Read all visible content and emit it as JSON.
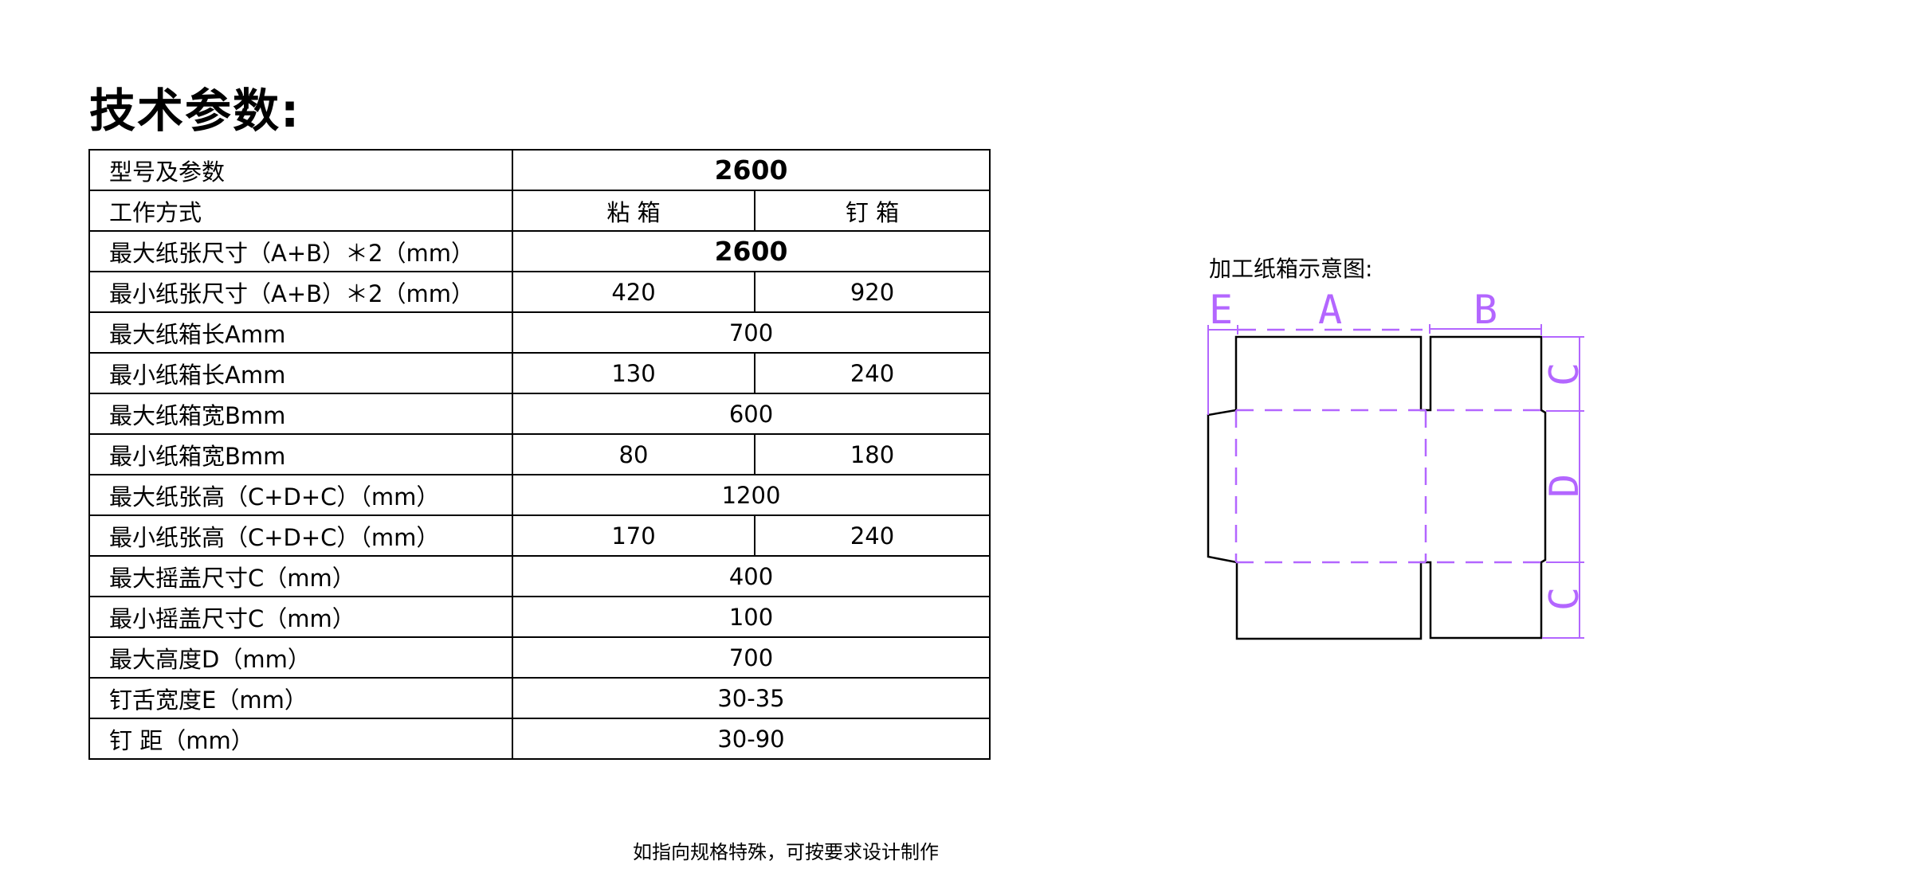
{
  "title": "技术参数:",
  "table": {
    "header": {
      "label": "型号及参数",
      "value": "2600"
    },
    "mode": {
      "label": "工作方式",
      "col1": "粘 箱",
      "col2": "钉 箱"
    },
    "rows": [
      {
        "label": "最大纸张尺寸（A+B）＊2（mm）",
        "value": "2600"
      },
      {
        "label": "最小纸张尺寸（A+B）＊2（mm）",
        "col1": "420",
        "col2": "920"
      },
      {
        "label": "最大纸箱长Amm",
        "value": "700"
      },
      {
        "label": "最小纸箱长Amm",
        "col1": "130",
        "col2": "240"
      },
      {
        "label": "最大纸箱宽Bmm",
        "value": "600"
      },
      {
        "label": "最小纸箱宽Bmm",
        "col1": "80",
        "col2": "180"
      },
      {
        "label": "最大纸张高（C+D+C）（mm）",
        "value": "1200"
      },
      {
        "label": "最小纸张高（C+D+C）（mm）",
        "col1": "170",
        "col2": "240"
      },
      {
        "label": "最大摇盖尺寸C（mm）",
        "value": "400"
      },
      {
        "label": "最小摇盖尺寸C（mm）",
        "value": "100"
      },
      {
        "label": "最大高度D（mm）",
        "value": "700"
      },
      {
        "label": "钉舌宽度E（mm）",
        "value": "30-35"
      },
      {
        "label": "钉 距（mm）",
        "value": "30-90"
      }
    ]
  },
  "diagram": {
    "title": "加工纸箱示意图:",
    "labels": {
      "e": "E",
      "a": "A",
      "b": "B",
      "c_top": "C",
      "d": "D",
      "c_bottom": "C"
    },
    "dim_color": "#b366ff"
  },
  "note": "如指向规格特殊，可按要求设计制作"
}
